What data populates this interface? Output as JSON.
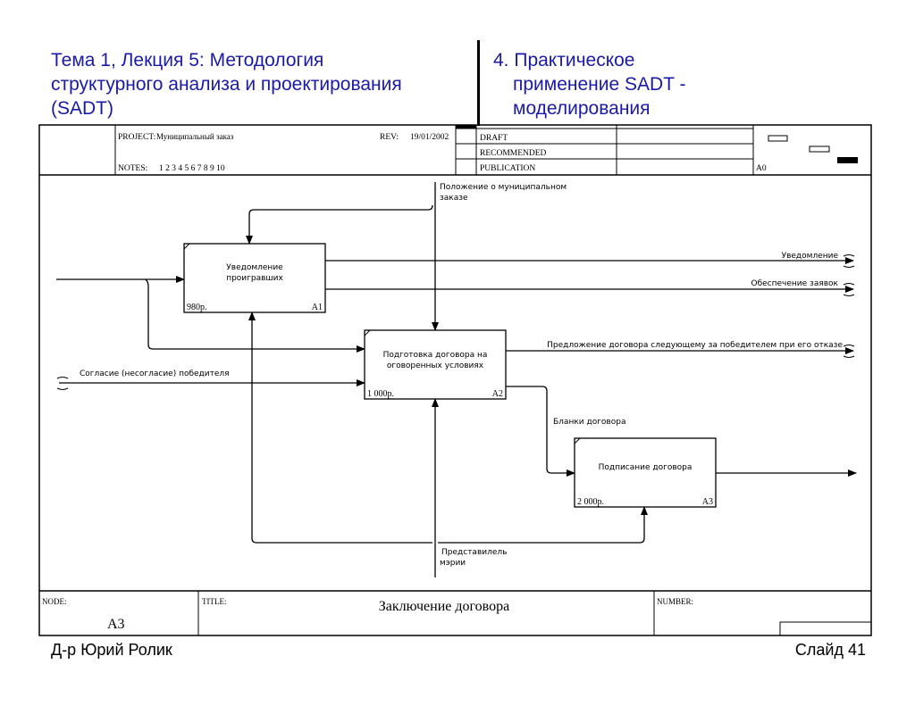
{
  "slide": {
    "title_left": [
      "Тема 1, Лекция 5: Методология",
      "структурного анализа и проектирования",
      "(SADT)"
    ],
    "title_right": [
      "4. Практическое",
      "применение SADT -",
      "моделирования"
    ],
    "author": "Д-р Юрий Ролик",
    "slide_number": "Слайд 41",
    "title_color": "#1a1aa6"
  },
  "idef0_header": {
    "project_label": "PROJECT:",
    "project_value": "Муниципальный заказ",
    "rev_label": "REV:",
    "rev_value": "19/01/2002",
    "notes_label": "NOTES:",
    "notes_value": "1 2 3 4 5 6 7 8 9 10",
    "status_rows": [
      "DRAFT",
      "RECOMMENDED",
      "PUBLICATION"
    ],
    "context_node": "A0"
  },
  "idef0_footer": {
    "node_label": "NODE:",
    "node_value": "A3",
    "title_label": "TITLE:",
    "title_value": "Заключение договора",
    "number_label": "NUMBER:"
  },
  "boxes": [
    {
      "id": "A1",
      "lines": [
        "Уведомление",
        "проигравших"
      ],
      "cost": "980р."
    },
    {
      "id": "A2",
      "lines": [
        "Подготовка договора на",
        "оговоренных условиях"
      ],
      "cost": "1 000р."
    },
    {
      "id": "A3",
      "lines": [
        "Подписание договора"
      ],
      "cost": "2 000р."
    }
  ],
  "arrows": {
    "control_top": [
      "Положение о муниципальном",
      "заказе"
    ],
    "output_notify": "Уведомление",
    "output_bids": "Обеспечение заявок",
    "output_offer": "Предложение договора следующему за победителем при его отказе",
    "input_consent": "Согласие (несогласие) победителя",
    "forms": "Бланки договора",
    "mechanism_bottom": [
      "Представилель",
      "мэрии"
    ]
  }
}
